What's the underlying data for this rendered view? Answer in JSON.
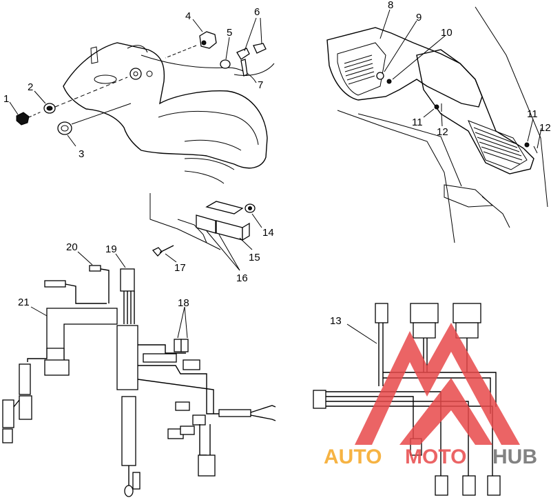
{
  "callouts": {
    "c1": "1",
    "c2": "2",
    "c3": "3",
    "c4": "4",
    "c5": "5",
    "c6": "6",
    "c7": "7",
    "c8": "8",
    "c9": "9",
    "c10": "10",
    "c11a": "11",
    "c11b": "11",
    "c12a": "12",
    "c12b": "12",
    "c13": "13",
    "c14": "14",
    "c15": "15",
    "c16": "16",
    "c17": "17",
    "c18": "18",
    "c19": "19",
    "c20": "20",
    "c21": "21"
  },
  "watermark": {
    "part1": "AUTO",
    "part2": "MOTO",
    "part3": "HUB",
    "color_red": "#e8494b",
    "color_orange": "#f5a623",
    "color_grey": "#6d6d6d"
  }
}
